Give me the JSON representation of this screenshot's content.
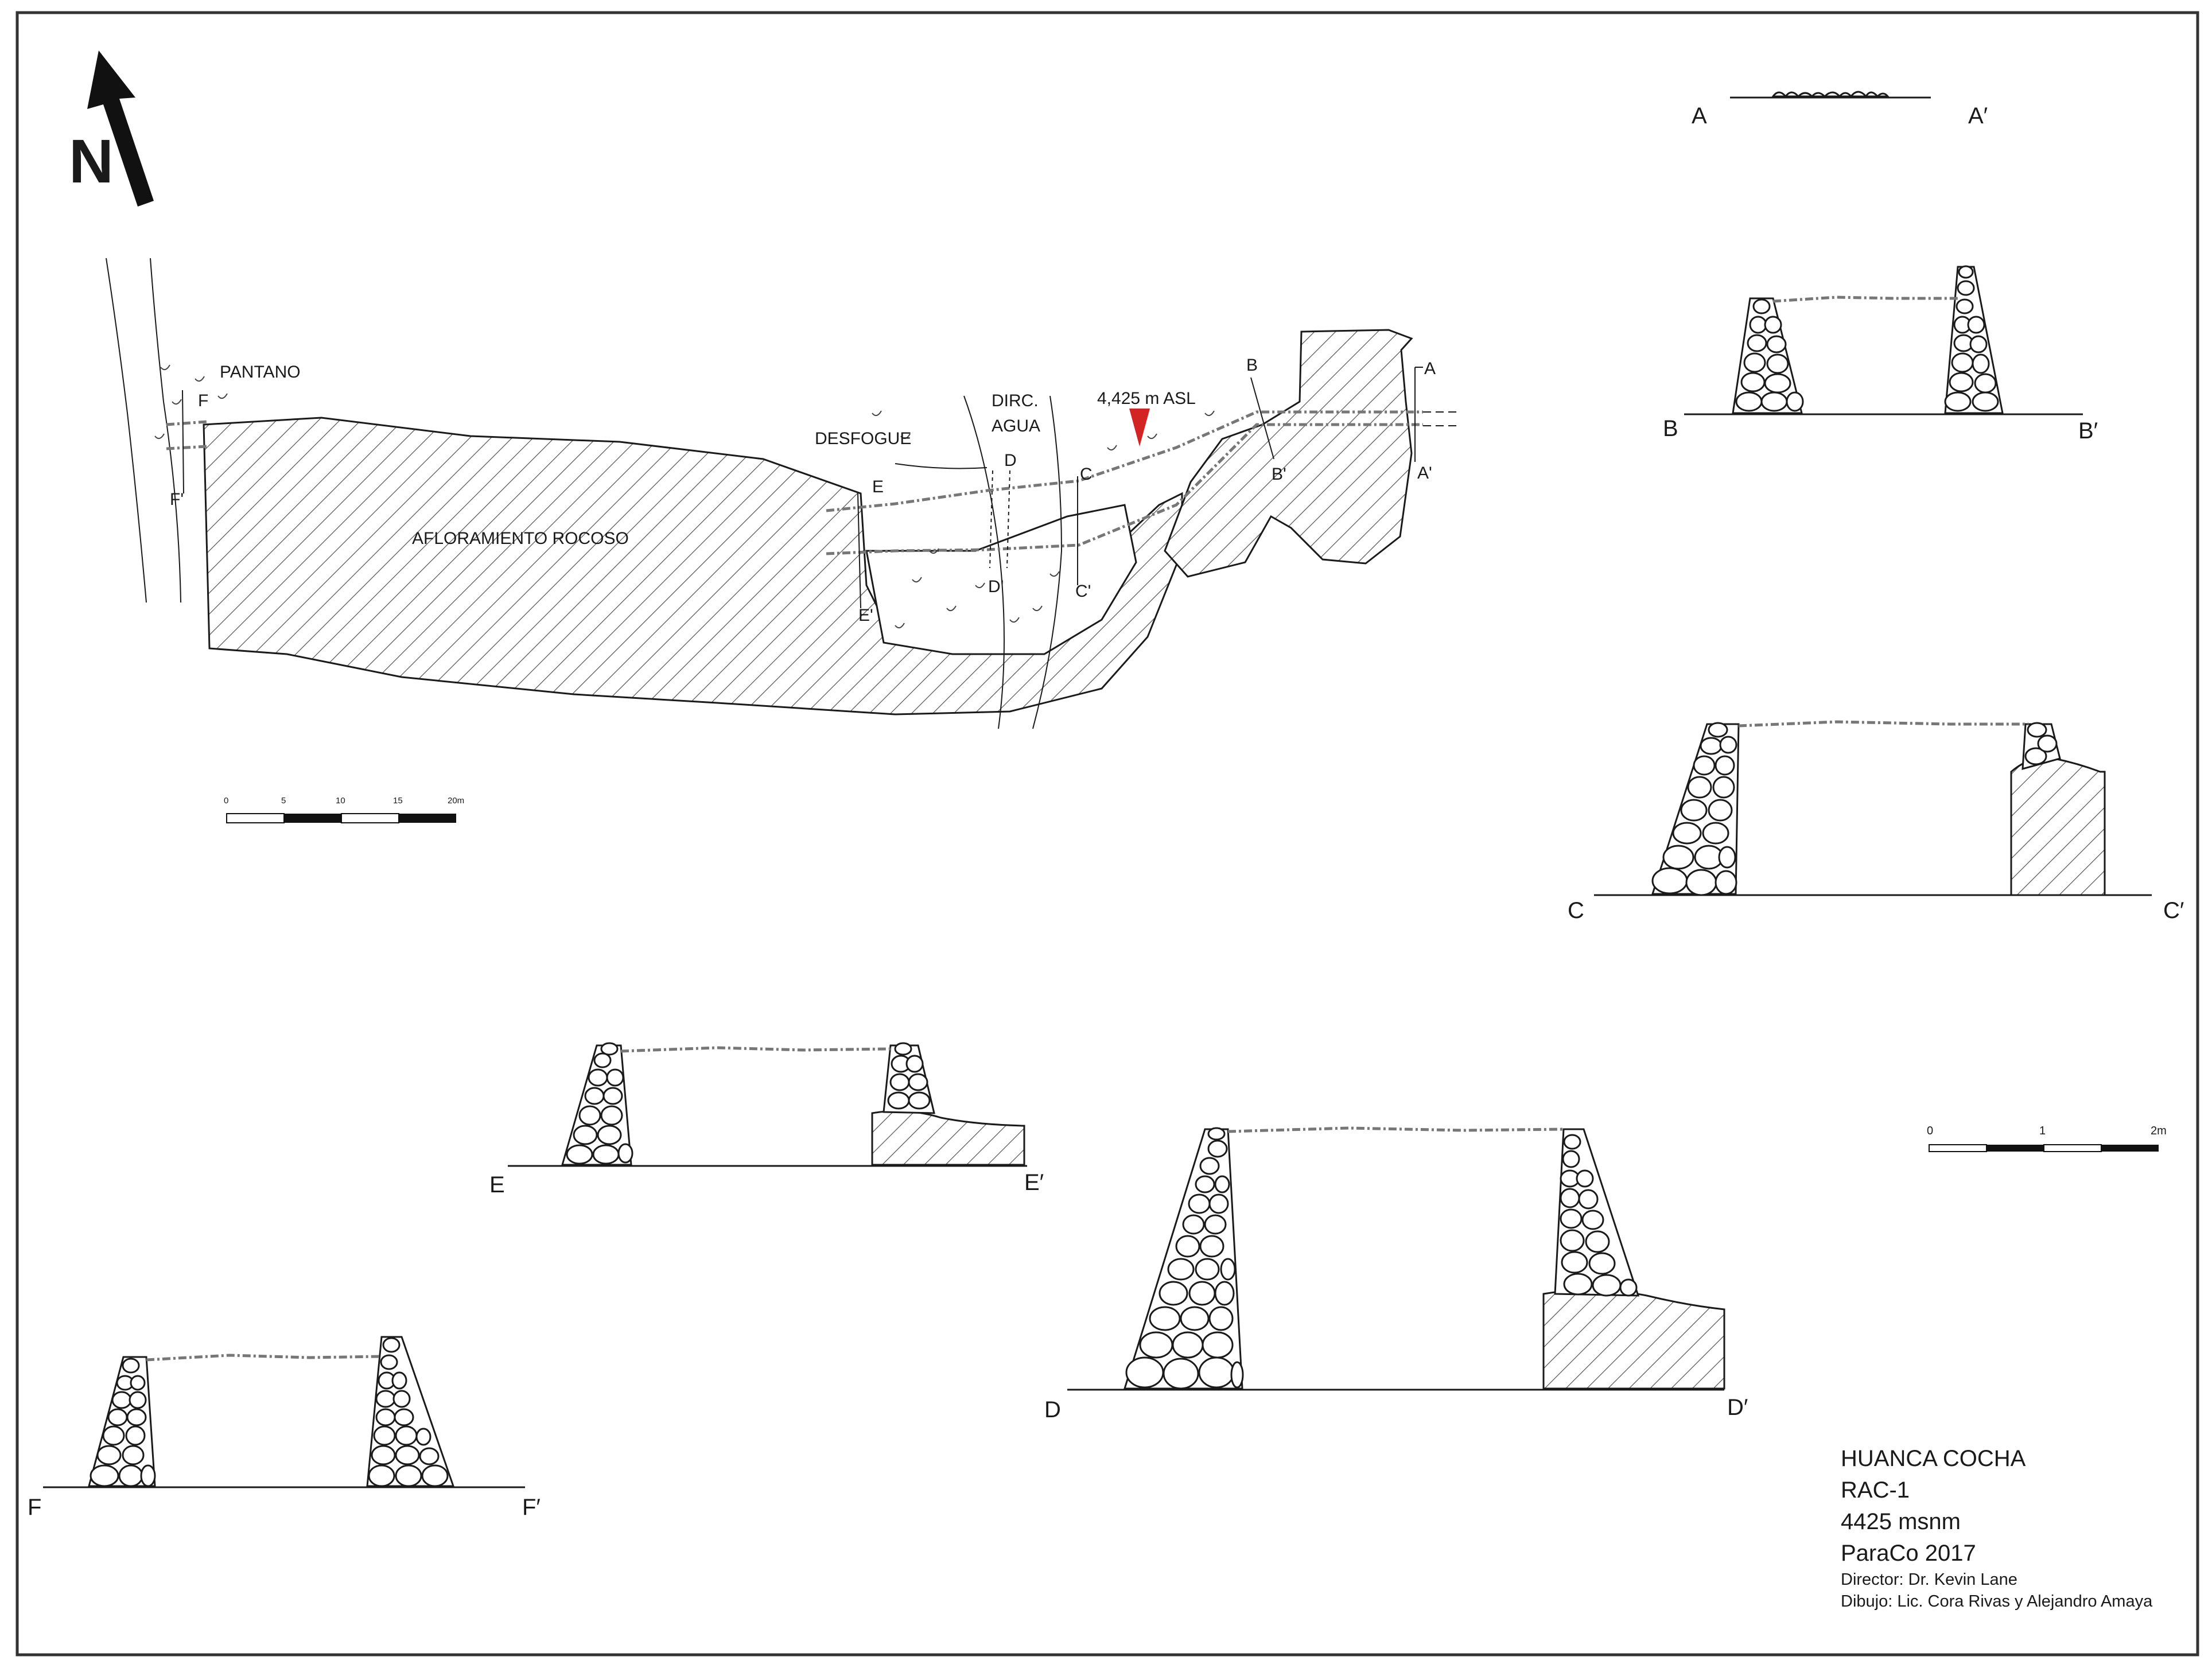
{
  "north": {
    "label": "N"
  },
  "plan": {
    "labels": {
      "pantano": "PANTANO",
      "afloramiento": "AFLORAMIENTO ROCOSO",
      "desfogue": "DESFOGUE",
      "dirc": "DIRC.",
      "agua": "AGUA",
      "elevation": "4,425 m ASL",
      "A": "A",
      "A_prime": "A'",
      "B": "B",
      "B_prime": "B'",
      "C": "C",
      "C_prime": "C'",
      "D": "D",
      "D_prime": "D'",
      "E": "E",
      "E_prime": "E'",
      "F": "F",
      "F_prime": "F'"
    },
    "elevation_marker_color": "#d32424",
    "scale": {
      "ticks": [
        "0",
        "5",
        "10",
        "15",
        "20m"
      ]
    }
  },
  "sections": {
    "A": {
      "left": "A",
      "right": "A′"
    },
    "B": {
      "left": "B",
      "right": "B′"
    },
    "C": {
      "left": "C",
      "right": "C′"
    },
    "D": {
      "left": "D",
      "right": "D′"
    },
    "E": {
      "left": "E",
      "right": "E′"
    },
    "F": {
      "left": "F",
      "right": "F′"
    }
  },
  "section_scale": {
    "ticks": [
      "0",
      "1",
      "2m"
    ]
  },
  "title_block": {
    "name": "HUANCA COCHA",
    "code": "RAC-1",
    "altitude": "4425 msnm",
    "project": "ParaCo 2017",
    "director": "Director: Dr. Kevin Lane",
    "drawing": "Dibujo: Lic. Cora Rivas y Alejandro Amaya"
  }
}
